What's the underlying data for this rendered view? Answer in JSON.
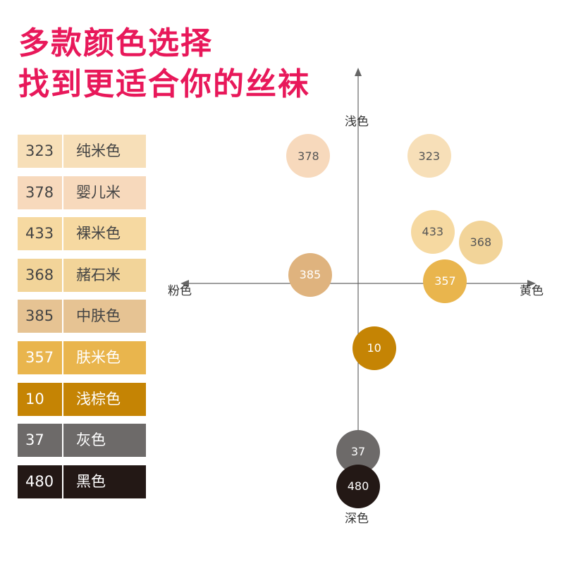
{
  "headline": {
    "line1": "多款颜色选择",
    "line2": "找到更适合你的丝袜"
  },
  "colors": {
    "headline": "#e8185a",
    "axis": "#666666"
  },
  "swatches": [
    {
      "code": "323",
      "name": "纯米色",
      "bg": "#f7dfb8",
      "fg": "#444444"
    },
    {
      "code": "378",
      "name": "婴儿米",
      "bg": "#f7d9bc",
      "fg": "#444444"
    },
    {
      "code": "433",
      "name": "裸米色",
      "bg": "#f6d9a1",
      "fg": "#444444"
    },
    {
      "code": "368",
      "name": "赭石米",
      "bg": "#f2d499",
      "fg": "#444444"
    },
    {
      "code": "385",
      "name": "中肤色",
      "bg": "#e6c393",
      "fg": "#444444"
    },
    {
      "code": "357",
      "name": "肤米色",
      "bg": "#e9b54d",
      "fg": "#ffffff"
    },
    {
      "code": "10",
      "name": "浅棕色",
      "bg": "#c58404",
      "fg": "#ffffff"
    },
    {
      "code": "37",
      "name": "灰色",
      "bg": "#6d6a69",
      "fg": "#ffffff"
    },
    {
      "code": "480",
      "name": "黑色",
      "bg": "#231815",
      "fg": "#ffffff"
    }
  ],
  "chart": {
    "axis_top": "浅色",
    "axis_bottom": "深色",
    "axis_left": "粉色",
    "axis_right": "黄色",
    "points": [
      {
        "label": "378",
        "x": -0.28,
        "y": 0.59,
        "fill": "#f7d9bc",
        "fg": "#555555"
      },
      {
        "label": "323",
        "x": 0.4,
        "y": 0.59,
        "fill": "#f7dfb8",
        "fg": "#555555"
      },
      {
        "label": "433",
        "x": 0.42,
        "y": 0.24,
        "fill": "#f6d9a1",
        "fg": "#555555"
      },
      {
        "label": "368",
        "x": 0.69,
        "y": 0.19,
        "fill": "#f2d499",
        "fg": "#555555"
      },
      {
        "label": "385",
        "x": -0.27,
        "y": 0.04,
        "fill": "#dfb37e",
        "fg": "#ffffff"
      },
      {
        "label": "357",
        "x": 0.49,
        "y": 0.01,
        "fill": "#e9b54d",
        "fg": "#ffffff"
      },
      {
        "label": "10",
        "x": 0.09,
        "y": -0.3,
        "fill": "#c58404",
        "fg": "#ffffff"
      },
      {
        "label": "37",
        "x": 0.0,
        "y": -0.78,
        "fill": "#6d6a69",
        "fg": "#ffffff"
      },
      {
        "label": "480",
        "x": 0.0,
        "y": -0.94,
        "fill": "#231815",
        "fg": "#ffffff"
      }
    ]
  }
}
